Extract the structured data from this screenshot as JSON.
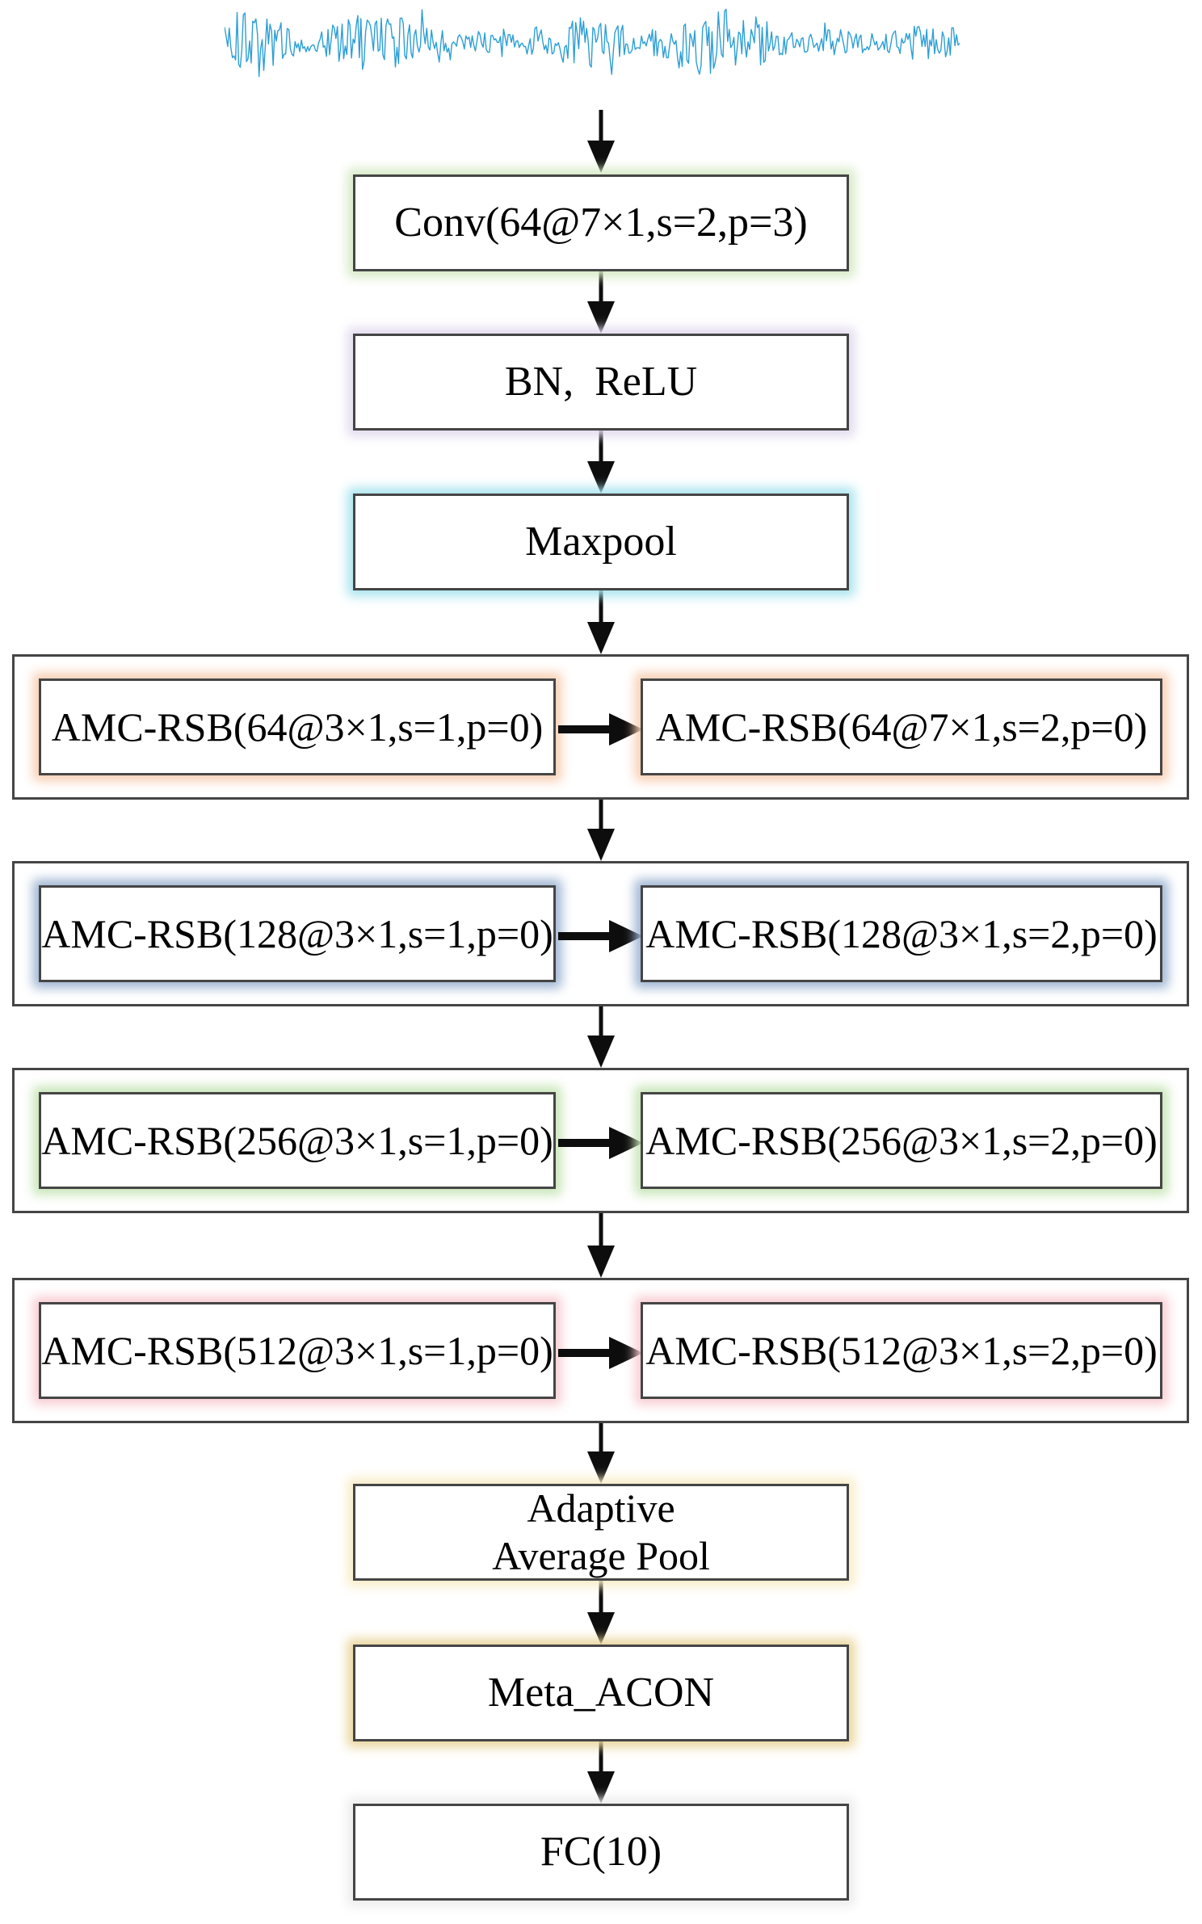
{
  "diagram": {
    "type": "neural-network-architecture-flowchart",
    "input_waveform": {
      "label": "input vibration signal",
      "color": "#2d9fd6",
      "seed": 20,
      "points": 470,
      "stroke_width": 1.4
    },
    "blocks": {
      "conv": {
        "label": "Conv(64@7×1,s=2,p=3)",
        "glow": "#d6e9c5"
      },
      "bn_relu": {
        "label": "BN,  ReLU",
        "glow": "#e2daee"
      },
      "maxpool": {
        "label": "Maxpool",
        "glow": "#a8e3ee"
      },
      "adaptive_pool": {
        "line1": "Adaptive",
        "line2": "Average Pool",
        "glow": "#f8edc6"
      },
      "meta_acon": {
        "label": "Meta_ACON",
        "glow": "#e9d59c"
      },
      "fc": {
        "label": "FC(10)",
        "glow": "#ececec"
      }
    },
    "stages": [
      {
        "left": "AMC-RSB(64@3×1,s=1,p=0)",
        "right": "AMC-RSB(64@7×1,s=2,p=0)",
        "glow": "#f8ceb2"
      },
      {
        "left": "AMC-RSB(128@3×1,s=1,p=0)",
        "right": "AMC-RSB(128@3×1,s=2,p=0)",
        "glow": "#9db4d2"
      },
      {
        "left": "AMC-RSB(256@3×1,s=1,p=0)",
        "right": "AMC-RSB(256@3×1,s=2,p=0)",
        "glow": "#c7e5b6"
      },
      {
        "left": "AMC-RSB(512@3×1,s=1,p=0)",
        "right": "AMC-RSB(512@3×1,s=2,p=0)",
        "glow": "#f8ccd2"
      }
    ]
  }
}
